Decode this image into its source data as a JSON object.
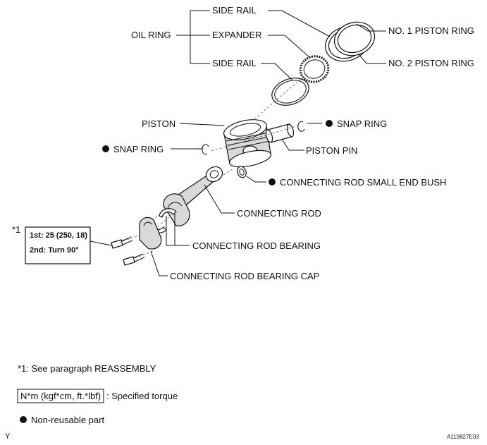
{
  "labels": {
    "side_rail_top": "SIDE RAIL",
    "expander": "EXPANDER",
    "side_rail_bottom": "SIDE RAIL",
    "oil_ring": "OIL RING",
    "no1_piston_ring": "NO. 1 PISTON RING",
    "no2_piston_ring": "NO. 2 PISTON RING",
    "piston": "PISTON",
    "snap_ring_right": "SNAP RING",
    "snap_ring_left": "SNAP RING",
    "piston_pin": "PISTON PIN",
    "small_end_bush": "CONNECTING ROD SMALL END BUSH",
    "connecting_rod": "CONNECTING ROD",
    "rod_bearing": "CONNECTING ROD BEARING",
    "rod_bearing_cap": "CONNECTING ROD BEARING CAP"
  },
  "torque": {
    "ref": "*1",
    "line1": "1st: 25 (250, 18)",
    "line2": "2nd: Turn 90°"
  },
  "legend": {
    "note": "*1: See paragraph REASSEMBLY",
    "torque_unit": "N*m (kgf*cm, ft.*lbf)",
    "torque_desc": ": Specified torque",
    "nonreusable": "Non-reusable part"
  },
  "footer": {
    "corner_mark": "Y",
    "figure_id": "A119827E03"
  }
}
